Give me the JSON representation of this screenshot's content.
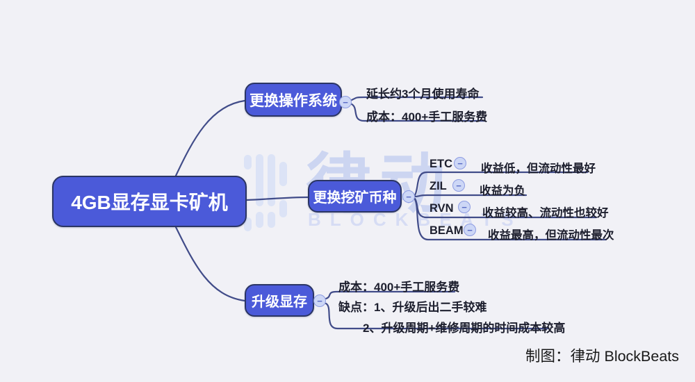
{
  "root": {
    "label": "4GB显存显卡矿机"
  },
  "branch_os": {
    "label": "更换操作系统",
    "lifespan": "延长约3个月使用寿命",
    "cost": "成本：400+手工服务费"
  },
  "branch_coins": {
    "label": "更换挖矿币种",
    "coins": [
      {
        "name": "ETC",
        "desc": "收益低，但流动性最好"
      },
      {
        "name": "ZIL",
        "desc": "收益为负"
      },
      {
        "name": "RVN",
        "desc": "收益较高、流动性也较好"
      },
      {
        "name": "BEAM",
        "desc": "收益最高，但流动性最次"
      }
    ]
  },
  "branch_upgrade": {
    "label": "升级显存",
    "cost": "成本：400+手工服务费",
    "cons_line1": "缺点：1、升级后出二手较难",
    "cons_line2": "2、升级周期+维修周期的时间成本较高"
  },
  "watermark": {
    "brand_cn": "律动",
    "brand_en": "BLOCKBEATS"
  },
  "caption": "制图：律动 BlockBeats",
  "ui": {
    "collapse_glyph": "−"
  },
  "colors": {
    "background": "#f1f1f6",
    "node_fill": "#4b5ad9",
    "node_border": "#2b3564",
    "line": "#414c89",
    "leaf_text": "#1d1f2e",
    "collapse_fill": "#cdd7f6",
    "collapse_border": "#8d9ce2",
    "watermark": "#ccd5f1"
  }
}
